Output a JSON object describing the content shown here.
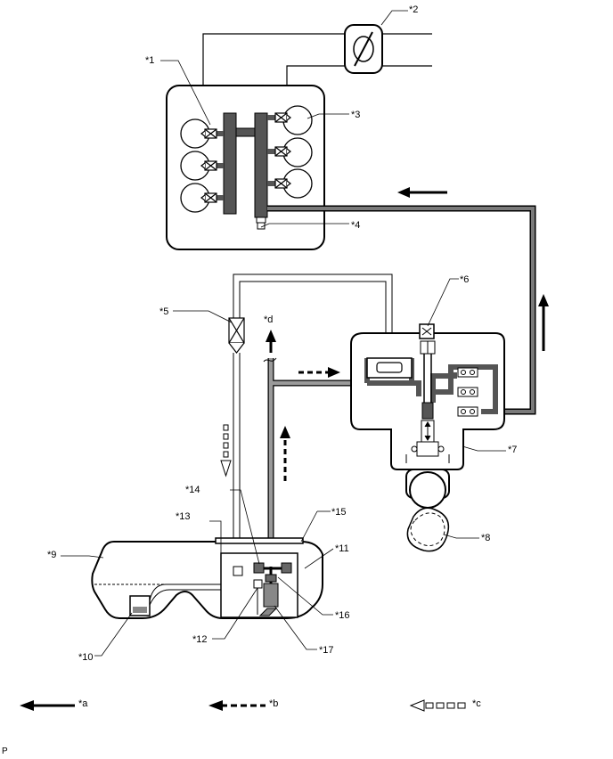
{
  "callouts": {
    "c1": "*1",
    "c2": "*2",
    "c3": "*3",
    "c4": "*4",
    "c5": "*5",
    "c6": "*6",
    "c7": "*7",
    "c8": "*8",
    "c9": "*9",
    "c10": "*10",
    "c11": "*11",
    "c12": "*12",
    "c13": "*13",
    "c14": "*14",
    "c15": "*15",
    "c16": "*16",
    "c17": "*17",
    "cd": "*d"
  },
  "legend": {
    "a": "*a",
    "b": "*b",
    "c": "*c"
  },
  "footer": {
    "code": "P"
  },
  "colors": {
    "line": "#000000",
    "fuel_pipe": "#6b6b6b",
    "rail": "#555555"
  }
}
